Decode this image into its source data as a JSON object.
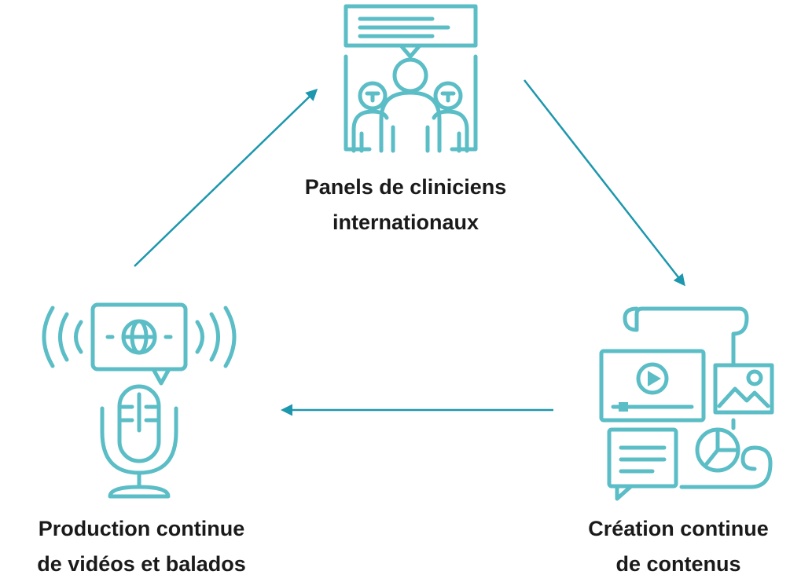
{
  "colors": {
    "icon": "#5bbdc6",
    "arrow": "#1d97ad",
    "text": "#1a1a1a"
  },
  "nodes": {
    "panels": {
      "icon": "clinicians-panel-icon",
      "line1": "Panels de cliniciens",
      "line2": "internationaux"
    },
    "creation": {
      "icon": "content-creation-icon",
      "line1": "Création continue",
      "line2": "de contenus"
    },
    "production": {
      "icon": "podcast-microphone-icon",
      "line1": "Production continue",
      "line2": "de vidéos et balados"
    }
  },
  "edges": [
    {
      "from": "production",
      "to": "panels"
    },
    {
      "from": "panels",
      "to": "creation"
    },
    {
      "from": "creation",
      "to": "production"
    }
  ]
}
